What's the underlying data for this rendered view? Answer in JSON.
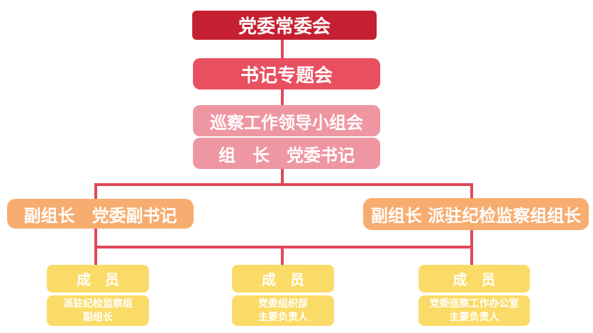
{
  "colors": {
    "level1": "#c52031",
    "level2": "#e84f5f",
    "level3": "#ee96a1",
    "level4": "#f7ad70",
    "level5": "#fbdb67",
    "connector": "#e0485c",
    "node_text": "#ffffff",
    "background": "#ffffff"
  },
  "chart": {
    "type": "org-flowchart",
    "level1": "党委常委会",
    "level2": "书记专题会",
    "level3": "巡察工作领导小组会",
    "level4": "组　长　党委书记",
    "deputy_left": "副组长　党委副书记",
    "deputy_right": "副组长 派驻纪检监察组组长",
    "members": [
      {
        "title": "成　员",
        "line1": "派驻纪检监察组",
        "line2": "副组长"
      },
      {
        "title": "成　员",
        "line1": "党委组织部",
        "line2": "主要负责人"
      },
      {
        "title": "成　员",
        "line1": "党委巡察工作办公室",
        "line2": "主要负责人"
      }
    ]
  }
}
